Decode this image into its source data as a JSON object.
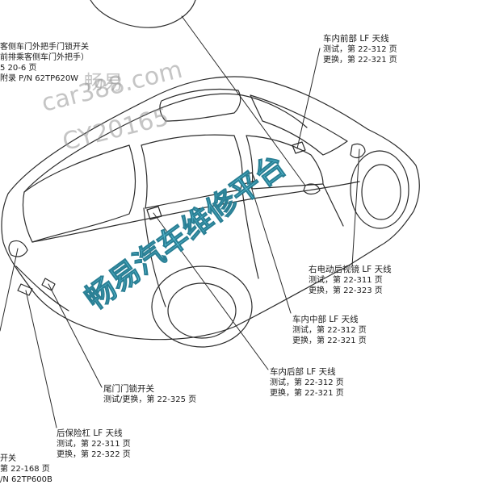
{
  "callouts": {
    "front_door": {
      "l1": "客侧车门外把手门锁开关",
      "l2": "前排乘客侧车门外把手）",
      "l3": "5 20-6 页",
      "l4": "附录 P/N 62TP620W"
    },
    "front_interior_antenna": {
      "title": "车内前部 LF 天线",
      "test": "测试，第 22-312 页",
      "replace": "更换，第 22-321 页"
    },
    "right_mirror_antenna": {
      "title": "右电动后视镜 LF 天线",
      "test": "测试，第 22-311 页",
      "replace": "更换，第 22-323 页"
    },
    "middle_interior_antenna": {
      "title": "车内中部 LF 天线",
      "test": "测试，第 22-312 页",
      "replace": "更换，第 22-321 页"
    },
    "rear_interior_antenna": {
      "title": "车内后部 LF 天线",
      "test": "测试，第 22-312 页",
      "replace": "更换，第 22-321 页"
    },
    "tailgate_switch": {
      "title": "尾门门锁开关",
      "test": "测试/更换，第 22-325 页"
    },
    "rear_bumper_antenna": {
      "title": "后保险杠 LF 天线",
      "test": "测试，第 22-311 页",
      "replace": "更换，第 22-322 页"
    },
    "bottom_left": {
      "l1": "开关",
      "l2": "第 22-168 页",
      "l3": "/N 62TP600B"
    }
  },
  "watermarks": {
    "brand_cn": "畅易",
    "site": "car388.com",
    "code": "CY20165",
    "platform": "畅易汽车维修平台"
  },
  "colors": {
    "line": "#2b2b2b",
    "watermark_blue": "#5fc6dd",
    "watermark_gray": "#969696"
  }
}
